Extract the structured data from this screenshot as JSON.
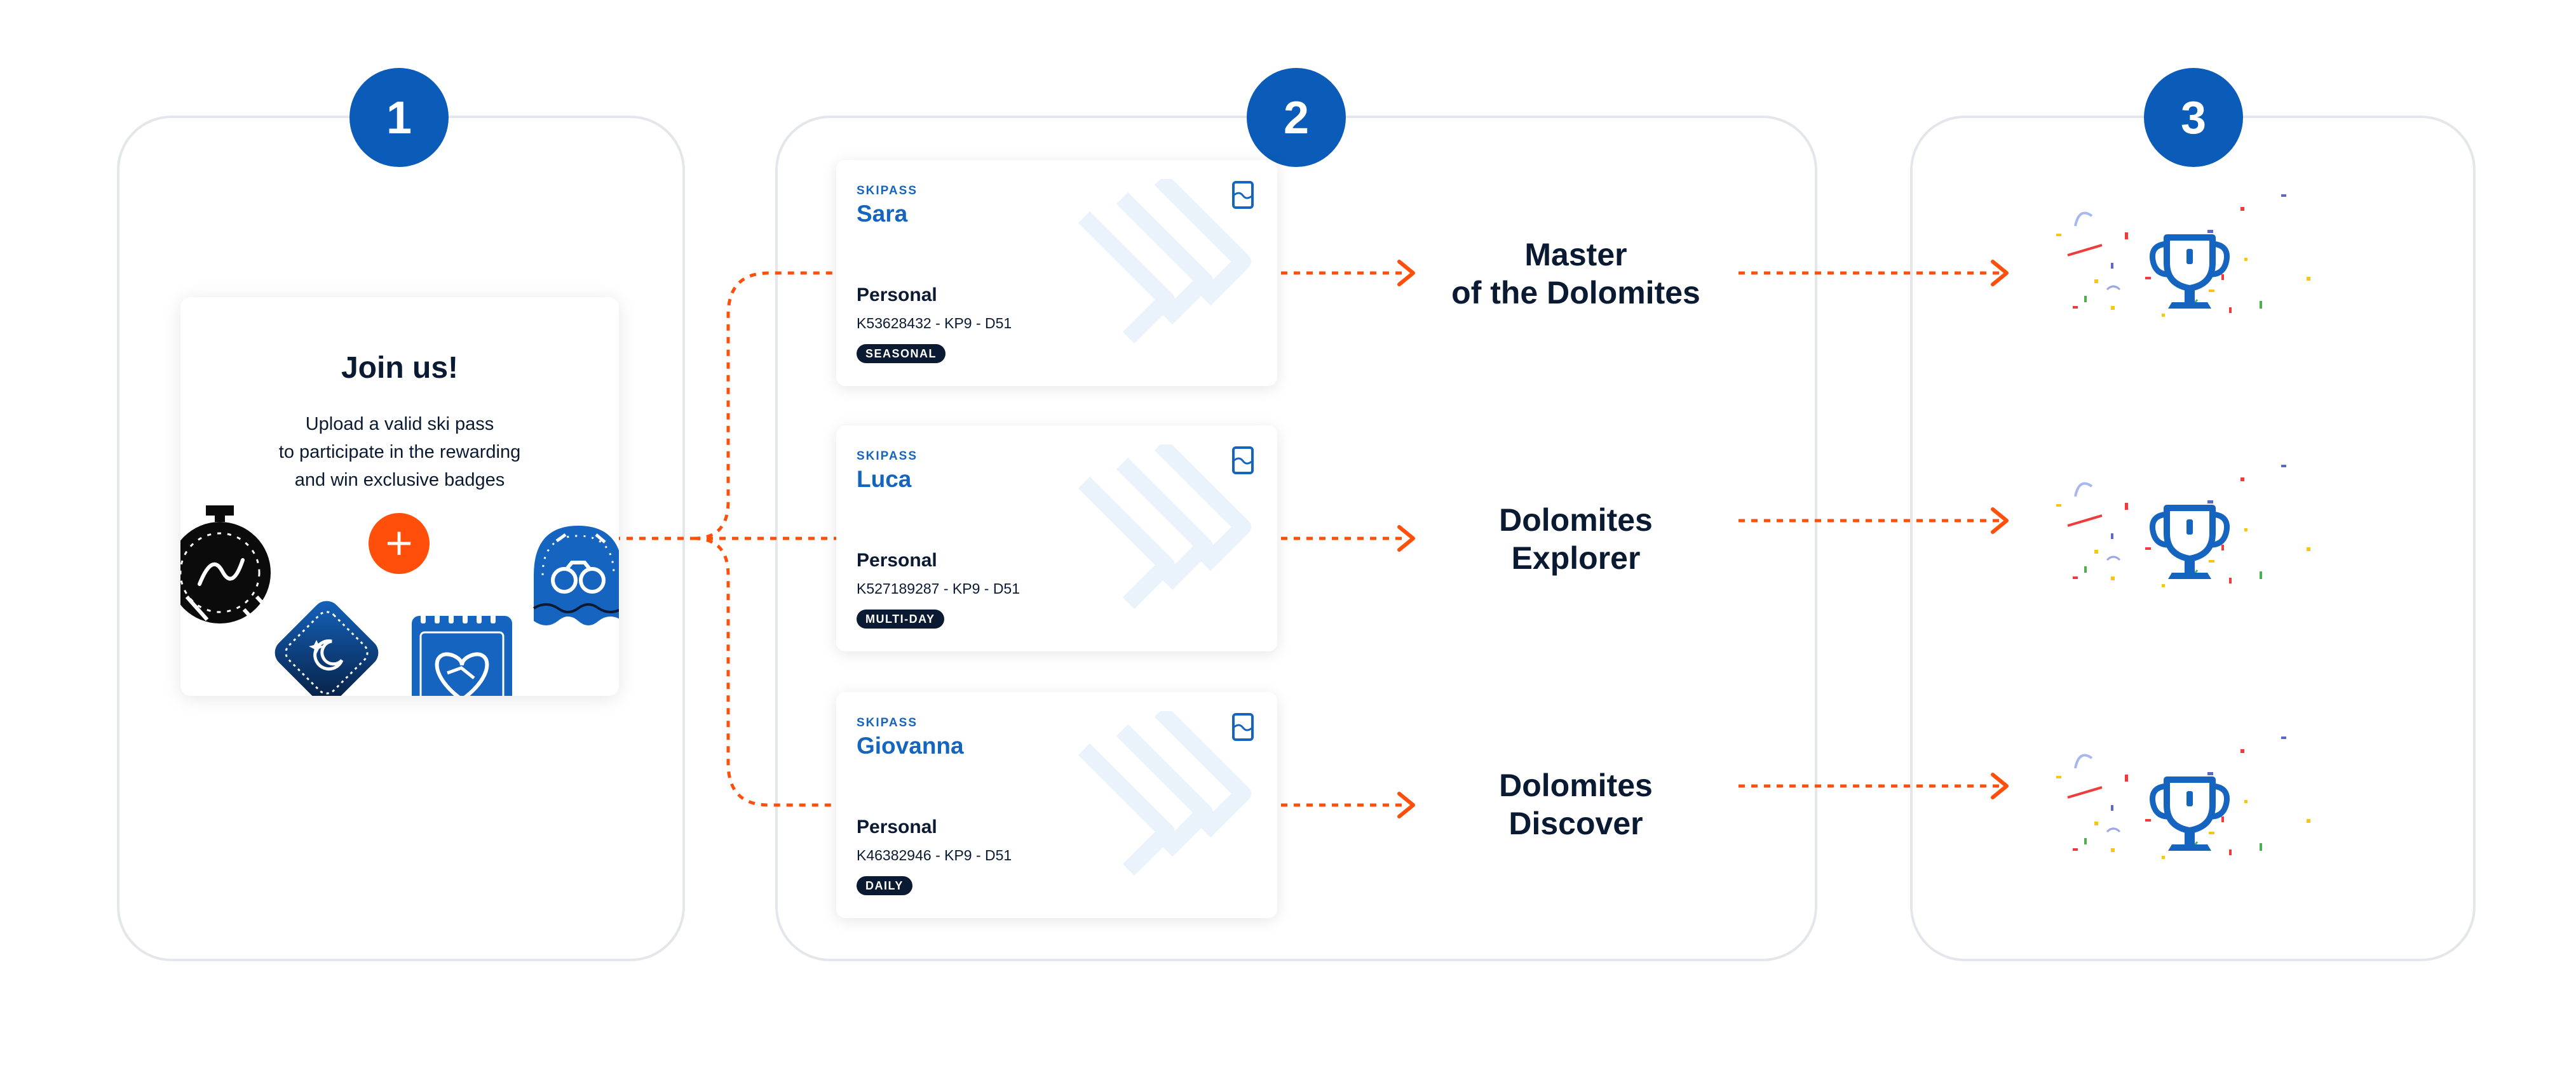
{
  "steps": [
    {
      "number": "1"
    },
    {
      "number": "2"
    },
    {
      "number": "3"
    }
  ],
  "join": {
    "title": "Join us!",
    "lines": [
      "Upload a valid ski pass",
      "to participate in the rewarding",
      "and win exclusive badges"
    ],
    "add_symbol": "+"
  },
  "skipasses": [
    {
      "kicker": "SKIPASS",
      "name": "Sara",
      "type": "Personal",
      "code": "K53628432 - KP9 - D51",
      "badge": "SEASONAL"
    },
    {
      "kicker": "SKIPASS",
      "name": "Luca",
      "type": "Personal",
      "code": "K527189287 - KP9 - D51",
      "badge": "MULTI-DAY"
    },
    {
      "kicker": "SKIPASS",
      "name": "Giovanna",
      "type": "Personal",
      "code": "K46382946 - KP9 - D51",
      "badge": "DAILY"
    }
  ],
  "rewards": [
    {
      "line1": "Master",
      "line2": "of the Dolomites"
    },
    {
      "line1": "Dolomites",
      "line2": "Explorer"
    },
    {
      "line1": "Dolomites",
      "line2": "Discover"
    }
  ],
  "colors": {
    "primary_blue": "#1565c0",
    "step_blue": "#0b5cb8",
    "accent_orange": "#ff4f0a",
    "navy": "#0b1a33",
    "panel_border": "#e3e6ea"
  },
  "icons": [
    "stopwatch-badge-icon",
    "moon-badge-icon",
    "calendar-handshake-badge-icon",
    "binoculars-badge-icon",
    "trophy-icon",
    "confetti-icon",
    "skipass-card-icon"
  ]
}
